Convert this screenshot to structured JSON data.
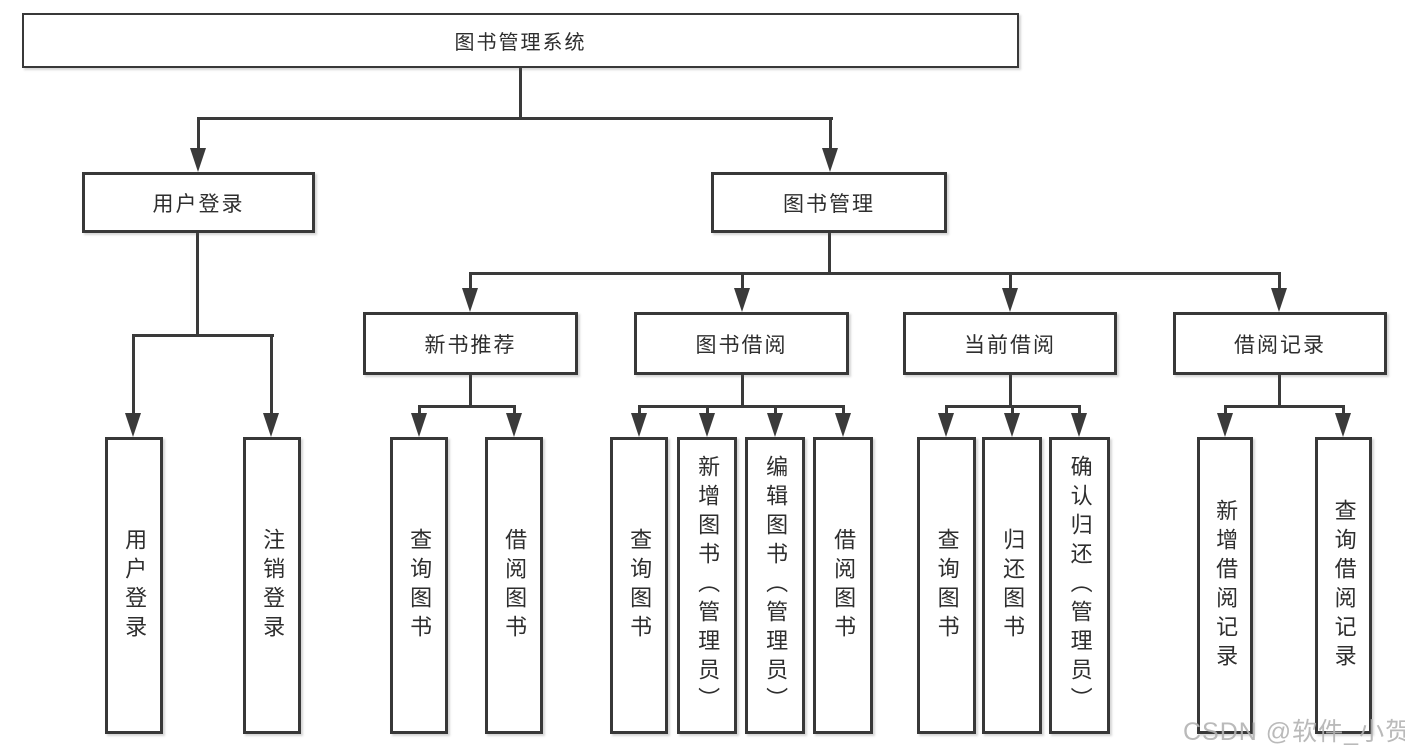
{
  "diagram": {
    "root": {
      "label": "图书管理系统"
    },
    "level2": {
      "user_login": "用户登录",
      "book_management": "图书管理"
    },
    "level3": {
      "new_book_recommend": "新书推荐",
      "book_borrowing": "图书借阅",
      "current_borrowing": "当前借阅",
      "borrowing_records": "借阅记录"
    },
    "leaves": {
      "login": [
        "用户登录",
        "注销登录"
      ],
      "new_book_recommend": [
        "查询图书",
        "借阅图书"
      ],
      "book_borrowing": [
        "查询图书",
        "新增图书（管理员）",
        "编辑图书（管理员）",
        "借阅图书"
      ],
      "current_borrowing": [
        "查询图书",
        "归还图书",
        "确认归还（管理员）"
      ],
      "borrowing_records": [
        "新增借阅记录",
        "查询借阅记录"
      ]
    },
    "colors": {
      "line": "#3a3a3a",
      "box_border": "#383838",
      "text": "#2e2e2e",
      "background": "#ffffff",
      "watermark": "#b3b3b3"
    },
    "watermark": "CSDN @软件_小贺同学"
  }
}
